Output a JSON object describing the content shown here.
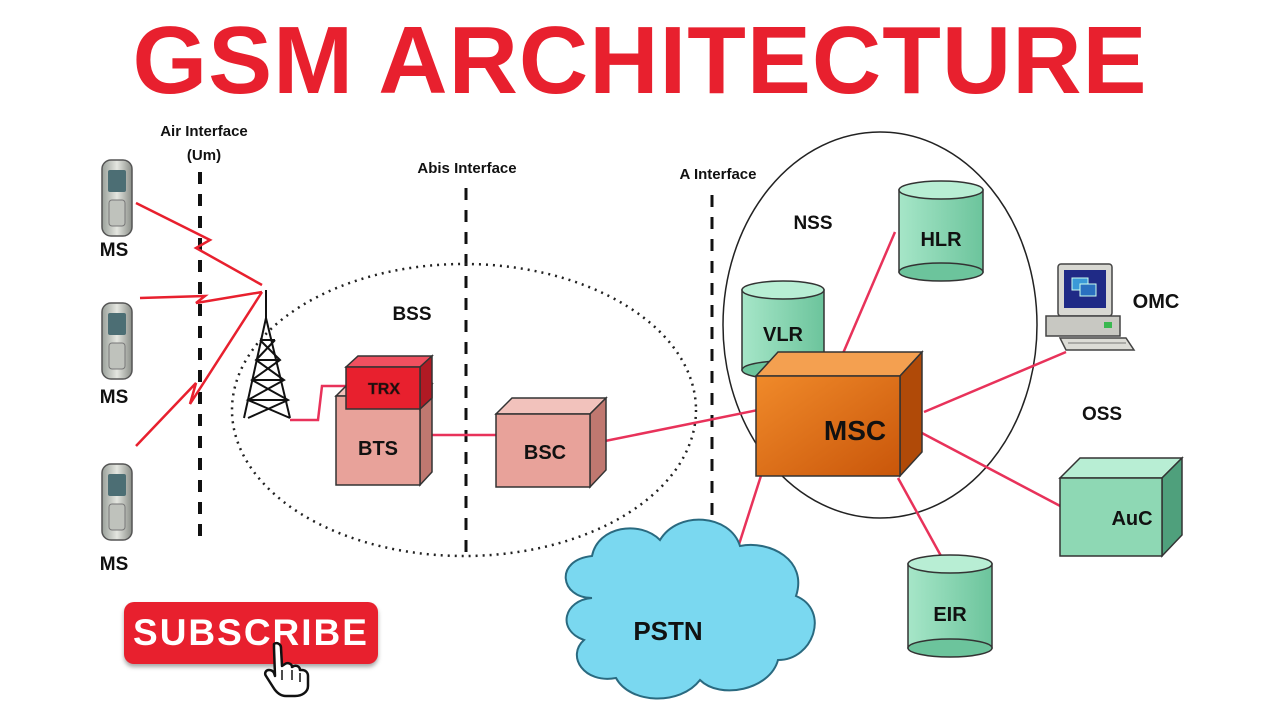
{
  "title": "GSM ARCHITECTURE",
  "interfaces": {
    "air_line1": "Air Interface",
    "air_line2": "(Um)",
    "abis": "Abis Interface",
    "a": "A Interface"
  },
  "subsystems": {
    "bss": "BSS",
    "nss": "NSS",
    "oss": "OSS"
  },
  "nodes": {
    "ms": [
      "MS",
      "MS",
      "MS"
    ],
    "trx": "TRX",
    "bts": "BTS",
    "bsc": "BSC",
    "msc": "MSC",
    "vlr": "VLR",
    "hlr": "HLR",
    "eir": "EIR",
    "auc": "AuC",
    "omc": "OMC",
    "pstn": "PSTN"
  },
  "colors": {
    "title": "#e8202e",
    "link": "#e8325a",
    "radio": "#e8202e",
    "bts": "#e8a29a",
    "trx": "#e8202e",
    "msc": "#e06a12",
    "db": "#8ed8b4",
    "cloud": "#7ad8f0"
  },
  "subscribe": {
    "label": "SUBSCRIBE",
    "hand_icon": "pointer-hand-icon"
  }
}
